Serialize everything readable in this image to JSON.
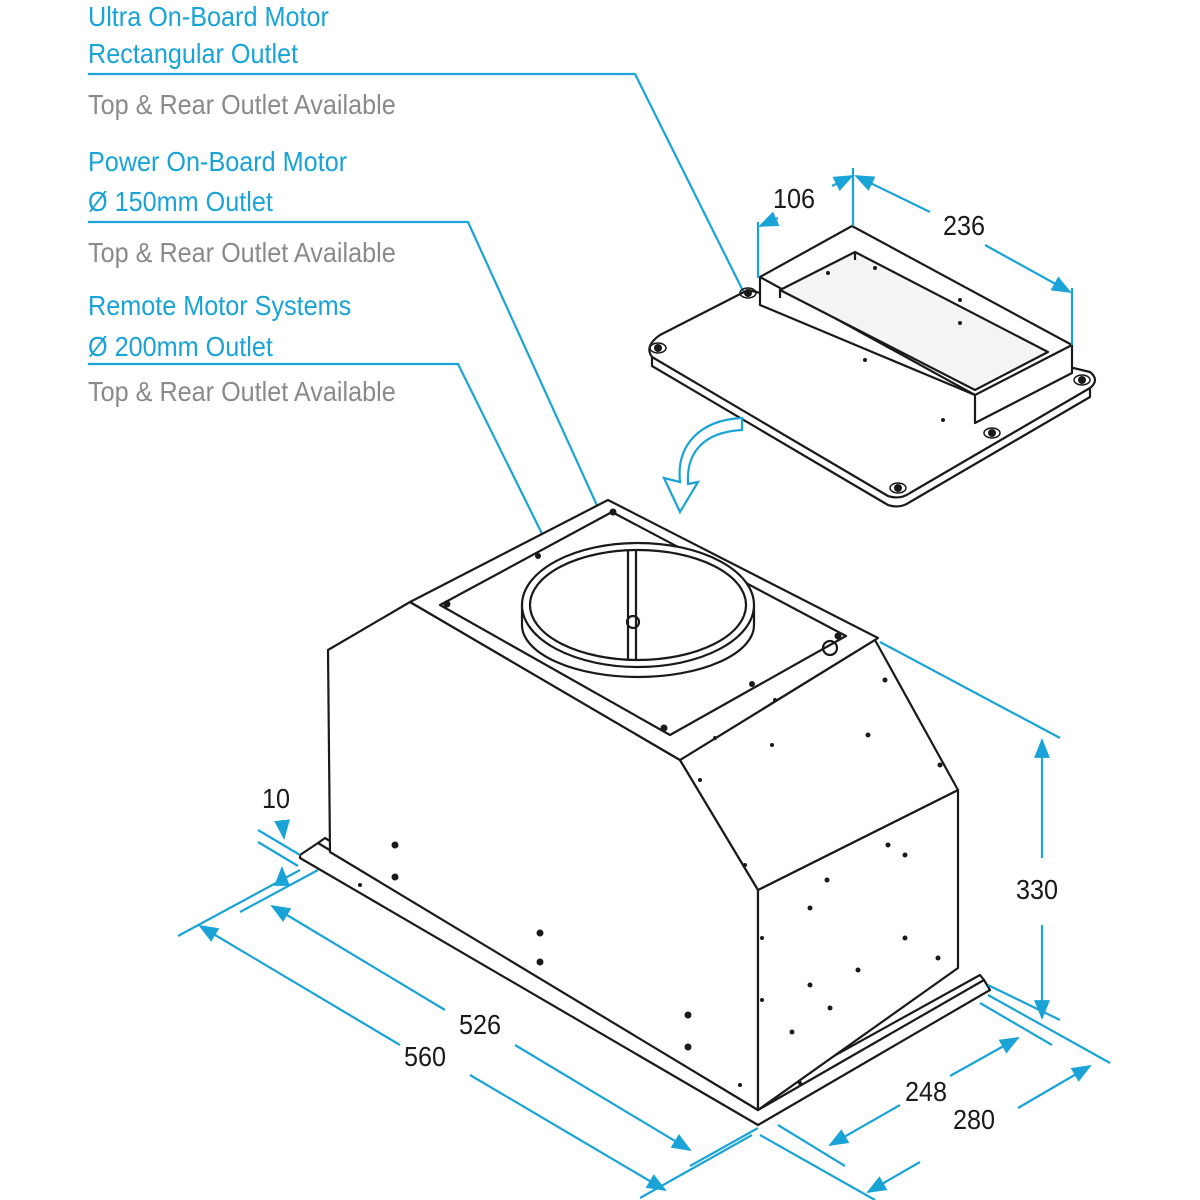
{
  "labels": {
    "ultra_line1": "Ultra On-Board Motor",
    "ultra_line2": "Rectangular Outlet",
    "ultra_note": "Top & Rear Outlet Available",
    "power_line1": "Power On-Board Motor",
    "power_line2": "Ø 150mm Outlet",
    "power_note": "Top & Rear Outlet Available",
    "remote_line1": "Remote Motor Systems",
    "remote_line2": "Ø 200mm Outlet",
    "remote_note": "Top & Rear Outlet Available"
  },
  "dimensions": {
    "adapter_depth": "106",
    "adapter_width": "236",
    "flange": "10",
    "height": "330",
    "inner_length": "526",
    "outer_length": "560",
    "inner_depth": "248",
    "outer_depth": "280"
  },
  "colors": {
    "accent": "#1aa3d6",
    "note": "#8a8a8a",
    "line": "#1a1a1a"
  }
}
